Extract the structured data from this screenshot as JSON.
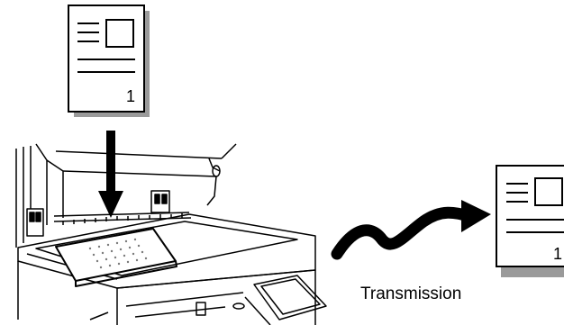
{
  "source_document": {
    "page_number": "1"
  },
  "received_document": {
    "page_number": "1"
  },
  "caption": {
    "label": "Transmission"
  },
  "colors": {
    "ink": "#000000",
    "paper": "#ffffff",
    "shadow": "#9a9a9a",
    "dots": "#7a7a7a"
  },
  "icons": {
    "document": "document-icon",
    "arrow_down": "arrow-down-icon",
    "transmission": "curved-arrow-icon",
    "scanner": "scanner-glass-icon"
  }
}
